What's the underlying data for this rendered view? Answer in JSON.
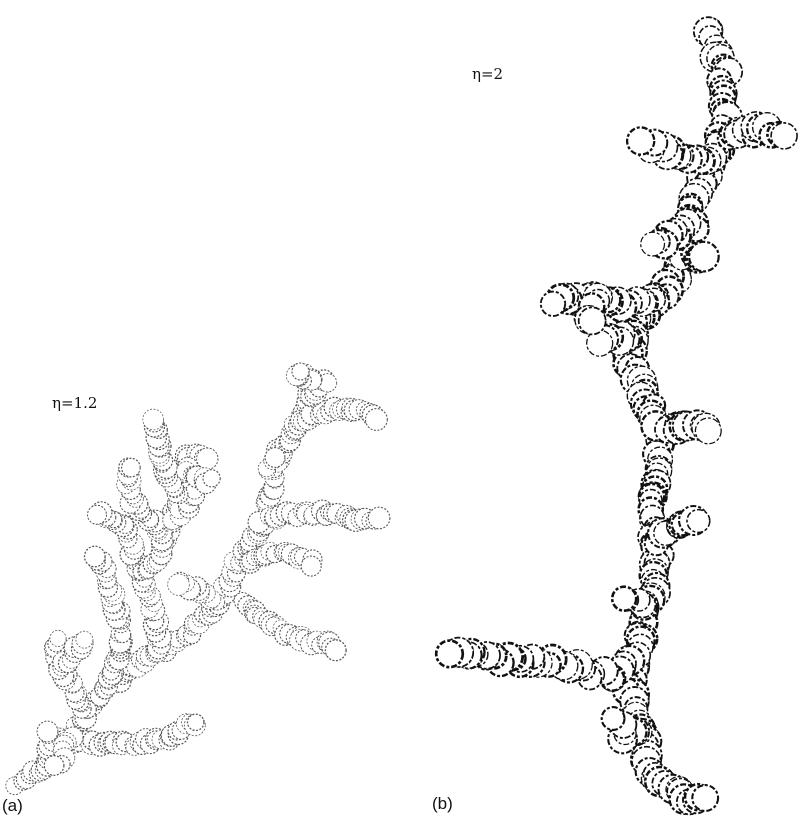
{
  "panels": [
    {
      "letter": "(a)",
      "eta_label": "η=1.2",
      "style": "light"
    },
    {
      "letter": "(b)",
      "eta_label": "η=2",
      "style": "dark"
    }
  ]
}
